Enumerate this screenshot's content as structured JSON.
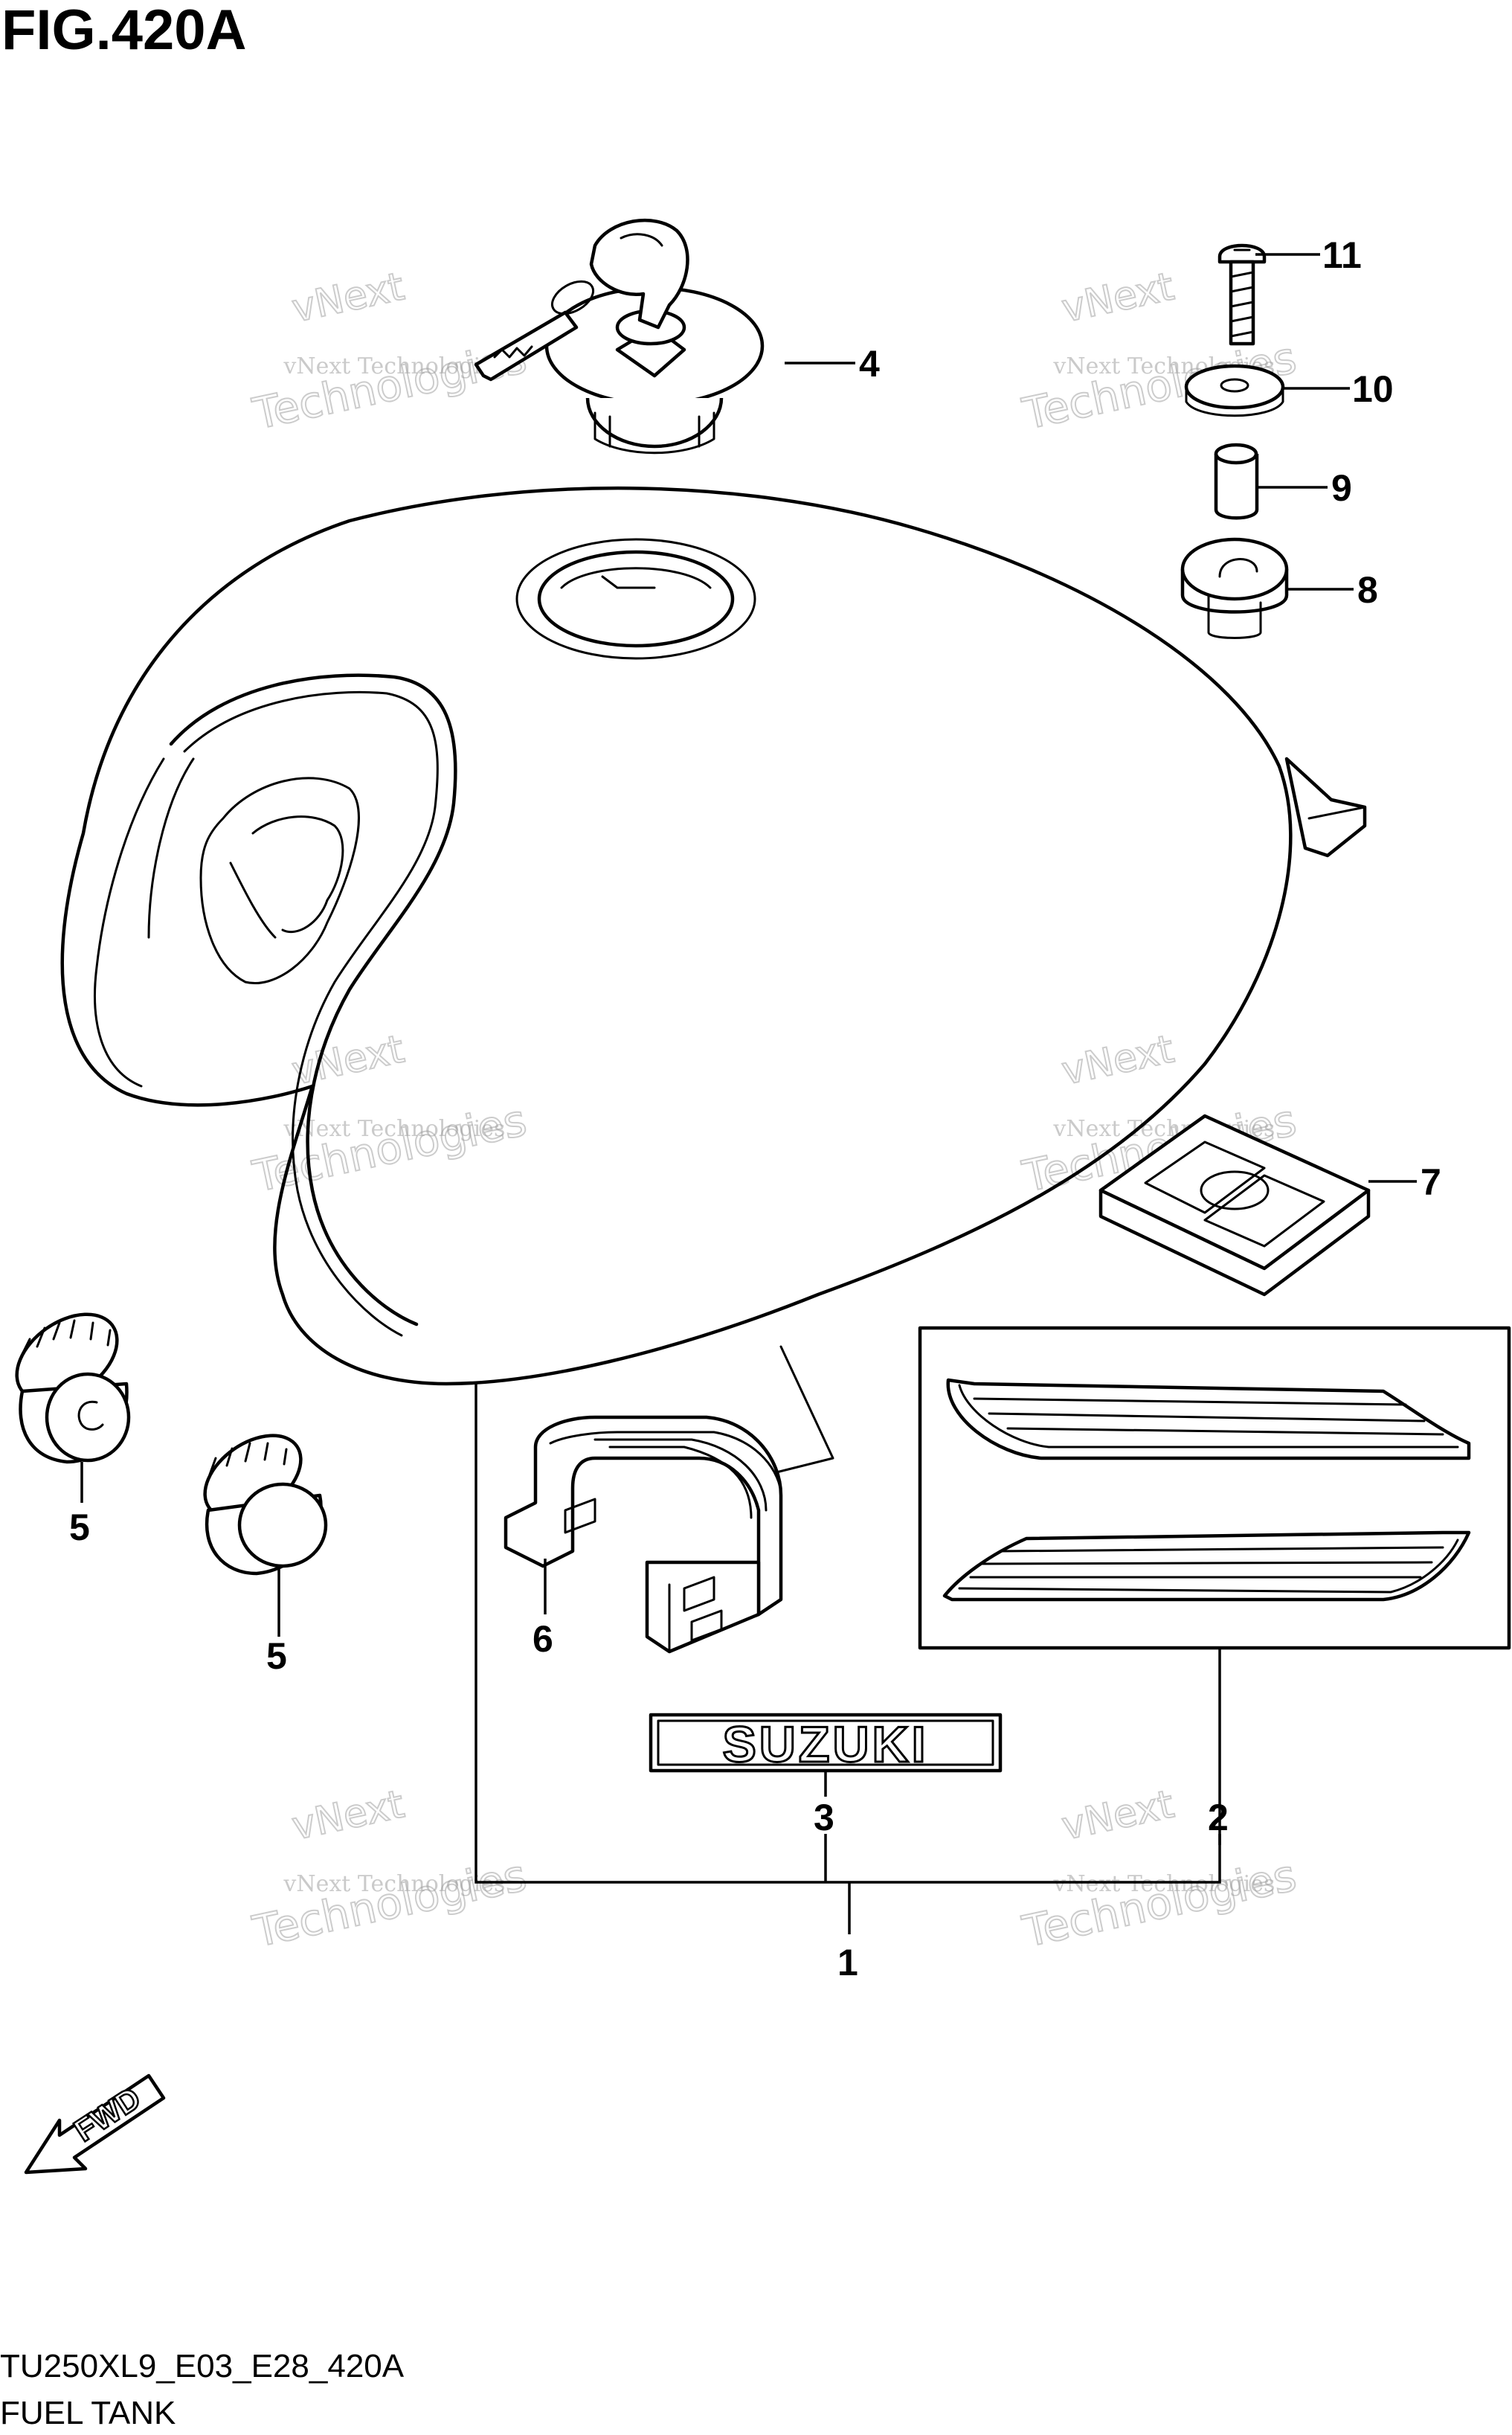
{
  "figure": {
    "title": "FIG.420A",
    "code": "TU250XL9_E03_E28_420A",
    "name": "FUEL TANK"
  },
  "watermark": {
    "line1": "vNext",
    "line2": "vNext Technologies",
    "line3": "Technologies"
  },
  "fwd_label": "FWD",
  "emblem_text": "SUZUKI",
  "callouts": [
    "1",
    "2",
    "3",
    "4",
    "5",
    "5",
    "6",
    "7",
    "8",
    "9",
    "10",
    "11"
  ],
  "parts": [
    {
      "ref": "1",
      "part": "fuel-tank-assembly"
    },
    {
      "ref": "2",
      "part": "tank-stripe-emblems"
    },
    {
      "ref": "3",
      "part": "suzuki-emblem"
    },
    {
      "ref": "4",
      "part": "fuel-cap-with-key"
    },
    {
      "ref": "5",
      "part": "cushion-left"
    },
    {
      "ref": "5",
      "part": "cushion-right"
    },
    {
      "ref": "6",
      "part": "tank-bracket-cushion"
    },
    {
      "ref": "7",
      "part": "rear-mount-cushion"
    },
    {
      "ref": "8",
      "part": "mount-grommet"
    },
    {
      "ref": "9",
      "part": "spacer-collar"
    },
    {
      "ref": "10",
      "part": "washer"
    },
    {
      "ref": "11",
      "part": "bolt"
    }
  ]
}
